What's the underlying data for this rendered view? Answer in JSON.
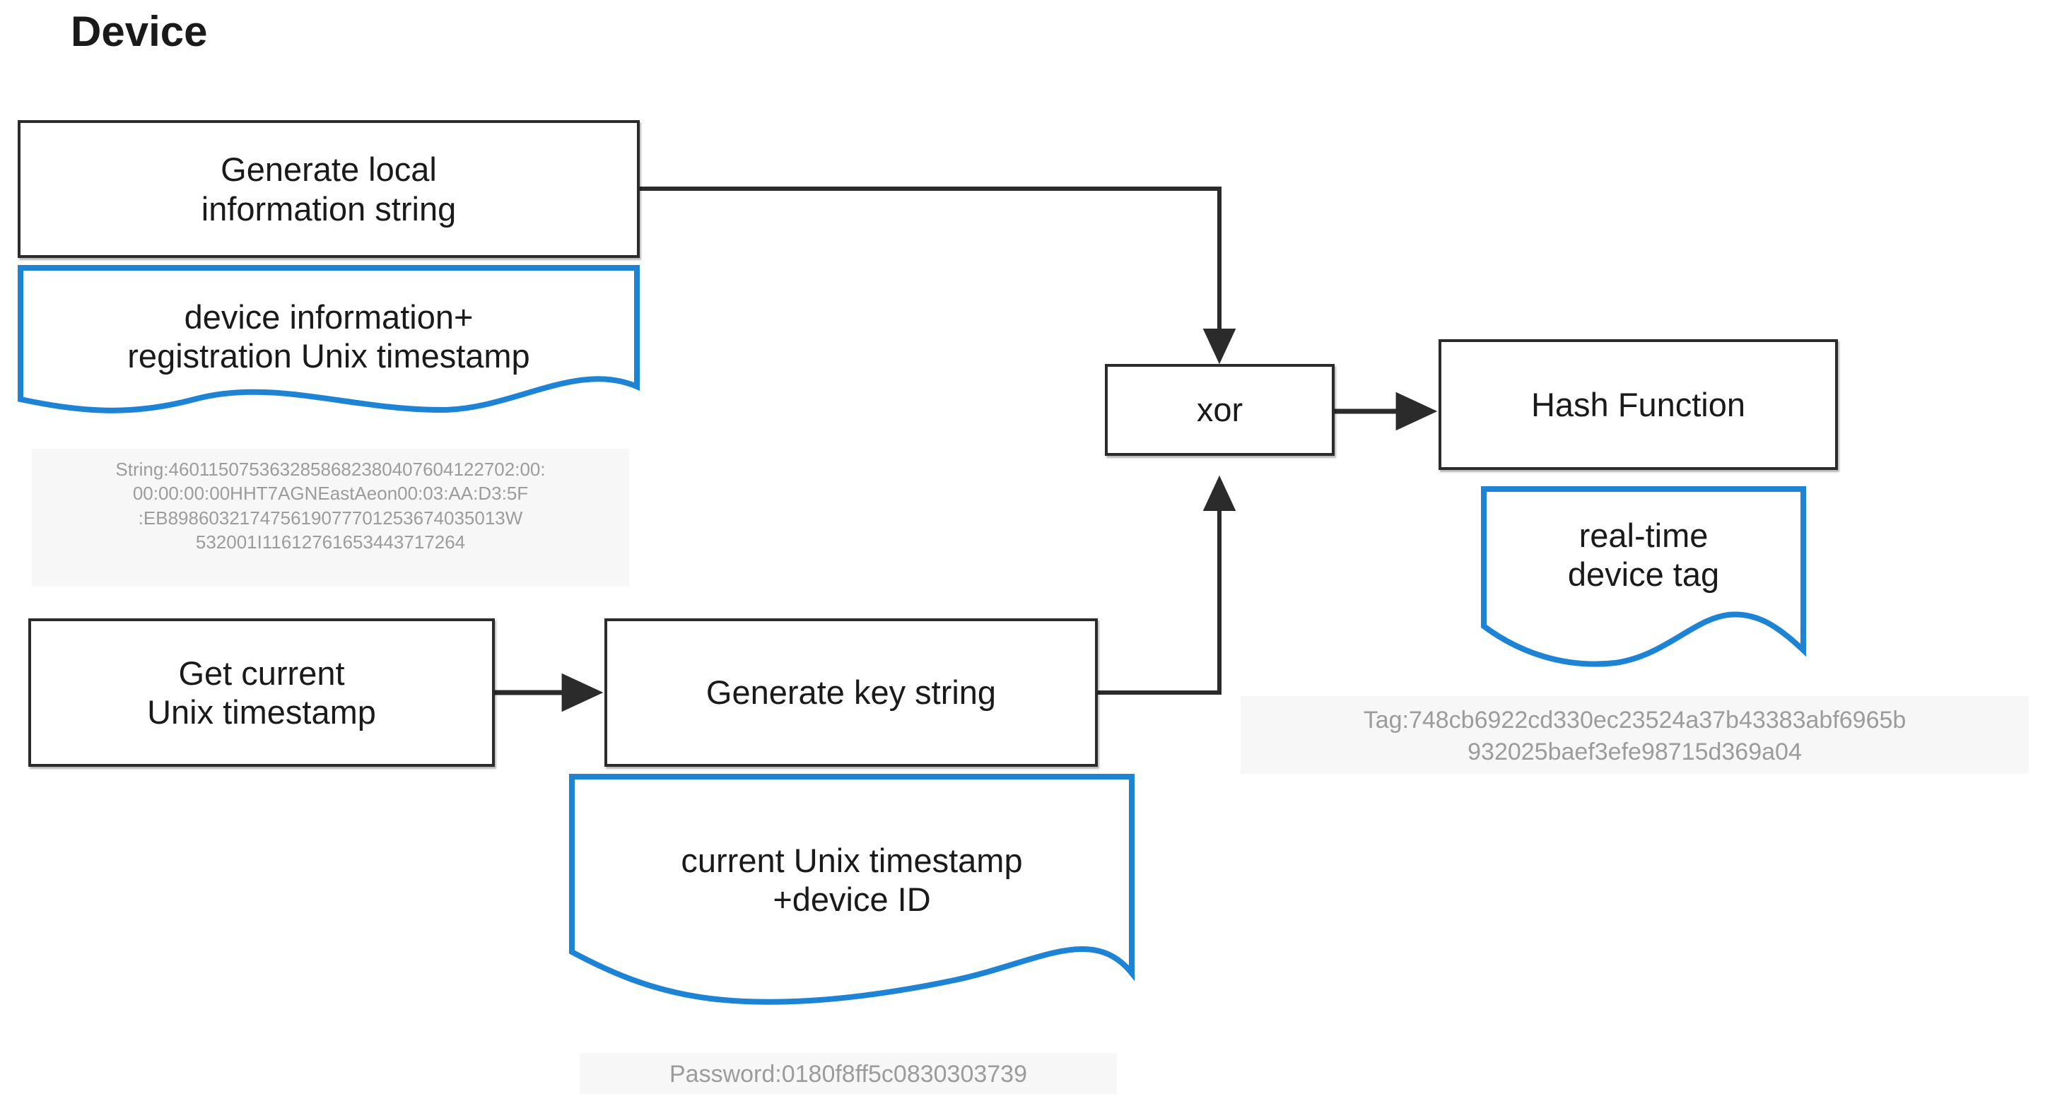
{
  "title": "Device",
  "colors": {
    "stroke_dark": "#2b2b2b",
    "accent_blue": "#1d83d4",
    "caption_text": "#9c9c9c",
    "caption_bg": "#f7f7f7",
    "page_bg": "#ffffff"
  },
  "nodes": {
    "generate_local_info": {
      "label_line1": "Generate local",
      "label_line2": "information string"
    },
    "device_info_doc": {
      "label_line1": "device information+",
      "label_line2": "registration Unix timestamp"
    },
    "get_current_ts": {
      "label_line1": "Get current",
      "label_line2": "Unix timestamp"
    },
    "generate_key_string": {
      "label": "Generate key string"
    },
    "key_string_doc": {
      "label_line1": "current Unix timestamp",
      "label_line2": "+device ID"
    },
    "xor": {
      "label": "xor"
    },
    "hash_function": {
      "label": "Hash Function"
    },
    "device_tag_doc": {
      "label_line1": "real-time",
      "label_line2": "device tag"
    }
  },
  "captions": {
    "string_value": {
      "name": "String",
      "lines": [
        "String:46011507536328586823804076041227",
        "02:00:00:00:00:00HHT7AGNEastAeon00:03:AA:D3:5F",
        ":EB898603217475619077701253674035013W",
        "532001I11612761653443717264"
      ],
      "display_lines": [
        "String:4601150753632858682380407604122702:00:",
        "00:00:00:00HHT7AGNEastAeon00:03:AA:D3:5F",
        ":EB898603217475619077701253674035013W",
        "532001I11612761653443717264"
      ]
    },
    "password_value": {
      "name": "Password",
      "lines": [
        "Password:0180f8ff5c0830303739"
      ]
    },
    "tag_value": {
      "name": "Tag",
      "lines": [
        "Tag:748cb6922cd330ec23524a37b43383abf6965b",
        "932025baef3efe98715d369a04"
      ]
    }
  },
  "edges": [
    {
      "name": "local-info-to-xor",
      "from": "generate_local_info",
      "to": "xor",
      "arrow": "down"
    },
    {
      "name": "key-string-to-xor",
      "from": "generate_key_string",
      "to": "xor",
      "arrow": "up"
    },
    {
      "name": "get-ts-to-generate-key",
      "from": "get_current_ts",
      "to": "generate_key_string",
      "arrow": "right"
    },
    {
      "name": "xor-to-hash",
      "from": "xor",
      "to": "hash_function",
      "arrow": "right"
    }
  ]
}
